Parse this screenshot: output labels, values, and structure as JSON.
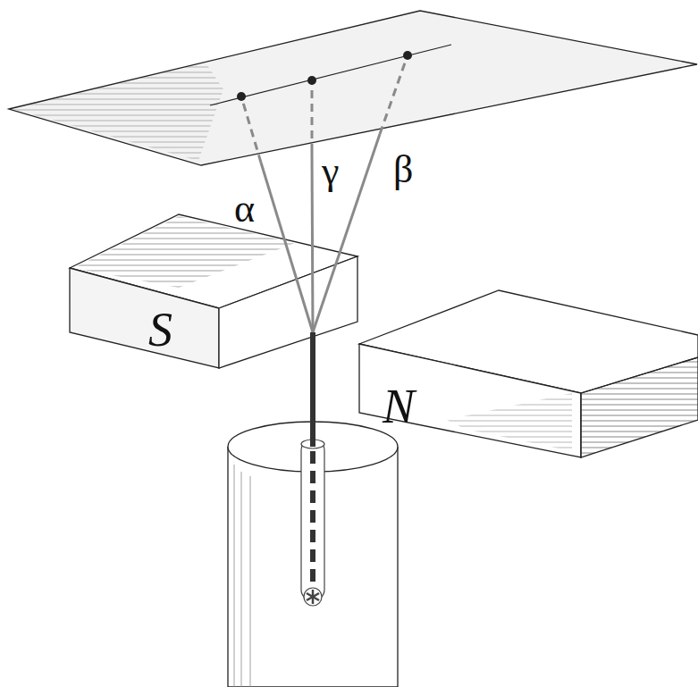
{
  "diagram": {
    "labels": [
      "α",
      "γ",
      "β",
      "S",
      "N"
    ]
  }
}
